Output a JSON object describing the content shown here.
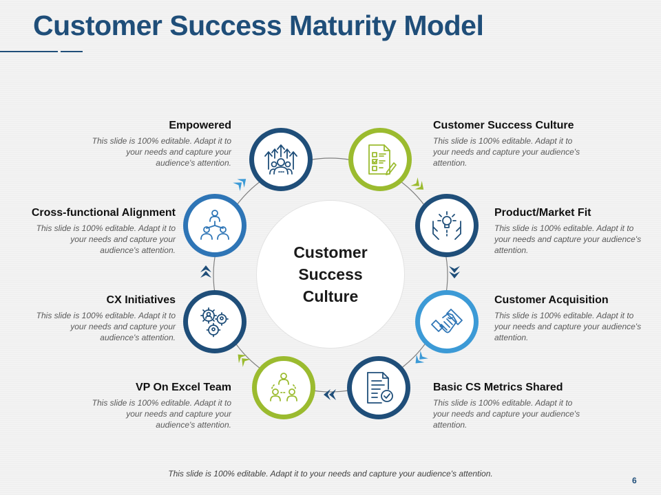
{
  "title": "Customer Success Maturity Model",
  "center_label": "Customer\nSuccess\nCulture",
  "colors": {
    "title": "#1f4e79",
    "dark_blue": "#1f4e79",
    "mid_blue": "#2e75b6",
    "light_blue": "#3c9ad6",
    "olive_green": "#9bbb2f",
    "connector": "#7f7f7f"
  },
  "items": [
    {
      "title": "Empowered",
      "text": "This slide is 100% editable. Adapt it to your needs and capture your audience's attention.",
      "icon": "team-growth-icon",
      "color": "#1f4e79"
    },
    {
      "title": "Customer Success Culture",
      "text": "This slide is 100% editable. Adapt it to your needs and capture your audience's attention.",
      "icon": "checklist-icon",
      "color": "#9bbb2f"
    },
    {
      "title": "Cross-functional Alignment",
      "text": "This slide is 100% editable. Adapt it to your needs and capture your audience's attention.",
      "icon": "org-chart-icon",
      "color": "#2e75b6"
    },
    {
      "title": "Product/Market Fit",
      "text": "This slide is 100% editable. Adapt it to your needs and capture your audience's attention.",
      "icon": "idea-hands-icon",
      "color": "#1f4e79"
    },
    {
      "title": "CX Initiatives",
      "text": "This slide is 100% editable. Adapt it to your needs and capture your audience's attention.",
      "icon": "gears-people-icon",
      "color": "#1f4e79"
    },
    {
      "title": "Customer Acquisition",
      "text": "This slide is 100% editable. Adapt it to your needs and capture your audience's attention.",
      "icon": "handshake-icon",
      "color": "#2e75b6"
    },
    {
      "title": "VP On Excel Team",
      "text": "This slide is 100% editable. Adapt it to your needs and capture your audience's attention.",
      "icon": "team-icon",
      "color": "#9bbb2f"
    },
    {
      "title": "Basic CS Metrics Shared",
      "text": "This slide is 100% editable. Adapt it to your needs and capture your audience's attention.",
      "icon": "document-check-icon",
      "color": "#1f4e79"
    }
  ],
  "footer": "This slide is 100% editable. Adapt it to your needs and capture your audience's attention.",
  "page_number": "6"
}
